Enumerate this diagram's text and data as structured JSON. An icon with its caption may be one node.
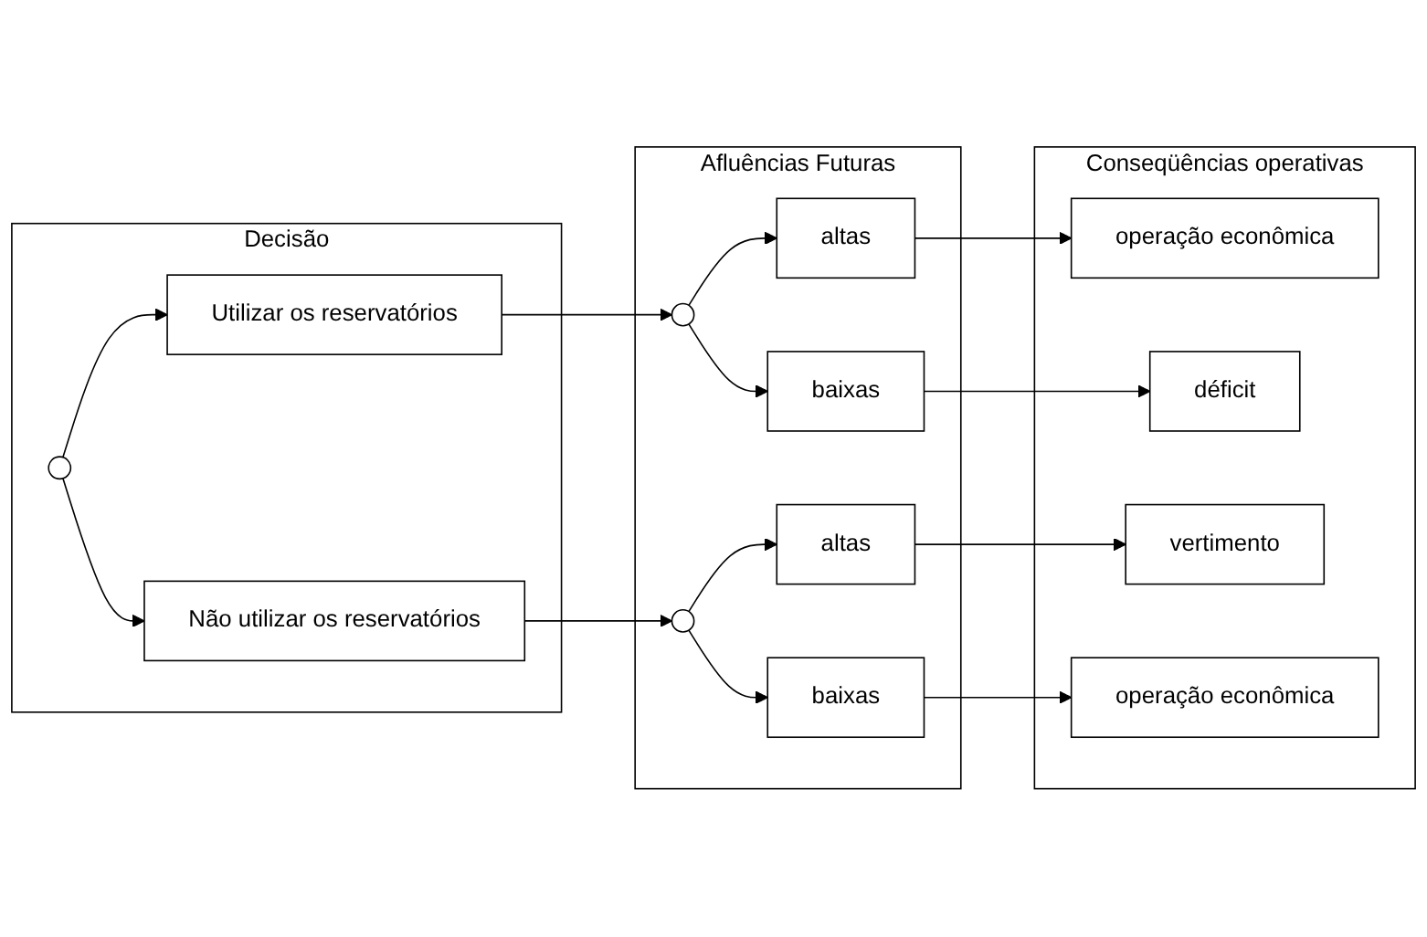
{
  "diagram": {
    "nodes": [
      {
        "text": [
          "Decisão"
        ]
      },
      {
        "text": [],
        "shape": "circle",
        "in": 0
      },
      {
        "text": [
          "Utilizar os reservatórios"
        ],
        "in": 0
      },
      {
        "text": [
          "Não utilizar os reservatórios"
        ],
        "in": 0
      },
      {
        "text": [
          "Afluências Futuras"
        ]
      },
      {
        "text": [],
        "shape": "circle",
        "in": 4
      },
      {
        "text": [
          "altas"
        ],
        "in": 4
      },
      {
        "text": [
          "baixas"
        ],
        "in": 4
      },
      {
        "text": [],
        "shape": "circle",
        "in": 4
      },
      {
        "text": [
          "altas"
        ],
        "in": 4
      },
      {
        "text": [
          "baixas"
        ],
        "in": 4
      },
      {
        "text": [
          "Conseqüências operativas"
        ]
      },
      {
        "text": [
          "operação econômica"
        ],
        "in": 11
      },
      {
        "text": [
          "déficit"
        ],
        "in": 11
      },
      {
        "text": [
          "vertimento"
        ],
        "in": 11
      },
      {
        "text": [
          "operação econômica"
        ],
        "in": 11
      }
    ],
    "edges": [
      {
        "from": 1,
        "to": 2,
        "arrow": "to"
      },
      {
        "from": 1,
        "to": 3,
        "arrow": "to"
      },
      {
        "from": 2,
        "to": 5,
        "arrow": "to"
      },
      {
        "from": 3,
        "to": 8,
        "arrow": "to"
      },
      {
        "from": 5,
        "to": 6,
        "arrow": "to"
      },
      {
        "from": 5,
        "to": 7,
        "arrow": "to"
      },
      {
        "from": 8,
        "to": 9,
        "arrow": "to"
      },
      {
        "from": 8,
        "to": 10,
        "arrow": "to"
      },
      {
        "from": 6,
        "to": 12,
        "arrow": "to"
      },
      {
        "from": 7,
        "to": 13,
        "arrow": "to"
      },
      {
        "from": 9,
        "to": 14,
        "arrow": "to"
      },
      {
        "from": 10,
        "to": 15,
        "arrow": "to"
      }
    ]
  }
}
